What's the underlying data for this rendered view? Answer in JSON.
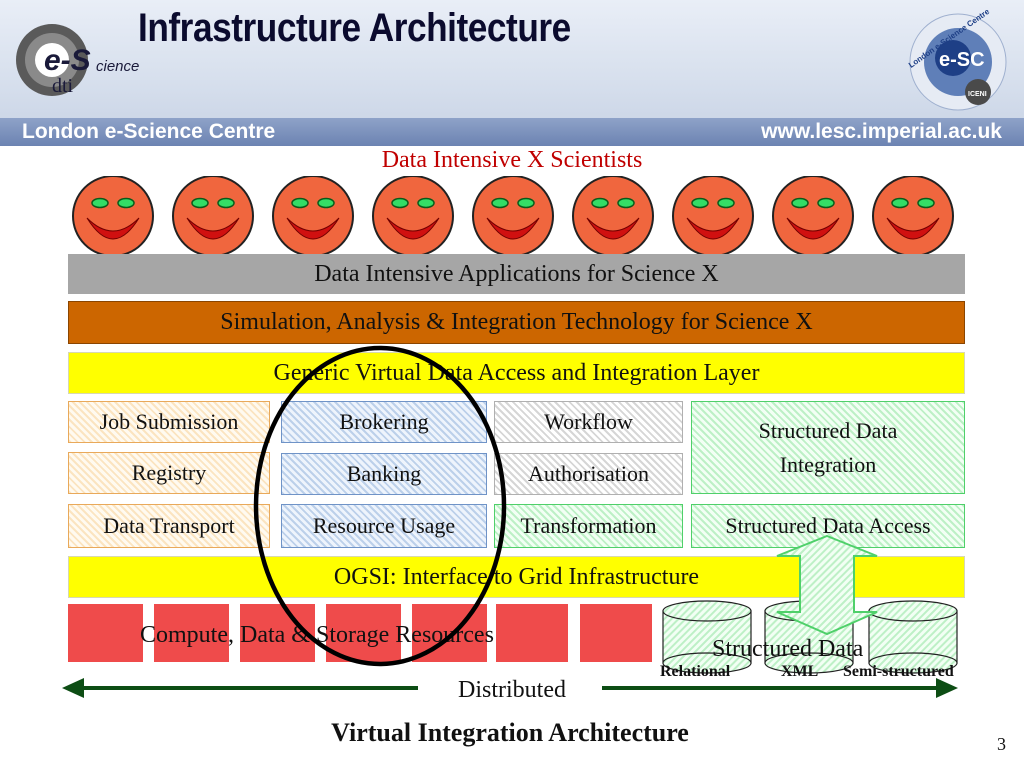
{
  "header": {
    "title": "Infrastructure Architecture",
    "footer_left": "London e-Science Centre",
    "footer_right": "www.lesc.imperial.ac.uk",
    "logo_left": "e-Science dti",
    "logo_right": "London e-Science Centre e-SC ICENI"
  },
  "diagram": {
    "scientists_label": "Data Intensive X Scientists",
    "smiley_count": 9,
    "layers": {
      "applications": "Data Intensive Applications for Science X",
      "simulation": "Simulation, Analysis & Integration Technology for Science X",
      "generic": "Generic Virtual Data Access and Integration Layer",
      "ogsi": "OGSI: Interface to Grid Infrastructure"
    },
    "services": {
      "job_submission": "Job Submission",
      "brokering": "Brokering",
      "workflow": "Workflow",
      "structured_data_integration": "Structured Data Integration",
      "registry": "Registry",
      "banking": "Banking",
      "authorisation": "Authorisation",
      "data_transport": "Data Transport",
      "resource_usage": "Resource Usage",
      "transformation": "Transformation",
      "structured_data_access": "Structured Data Access"
    },
    "resources": {
      "compute": "Compute, Data & Storage Resources",
      "structured_data": "Structured Data",
      "relational": "Relational",
      "xml": "XML",
      "semi_structured": "Semi-structured"
    },
    "distributed_label": "Distributed",
    "caption": "Virtual Integration Architecture",
    "page_number": "3"
  },
  "colors": {
    "applications_bg": "#a6a6a6",
    "simulation_bg": "#cc6600",
    "generic_bg": "#ffff00",
    "compute_bg": "#ef4b4b",
    "smiley_face": "#f0663e",
    "arrow": "#0d4d14"
  }
}
